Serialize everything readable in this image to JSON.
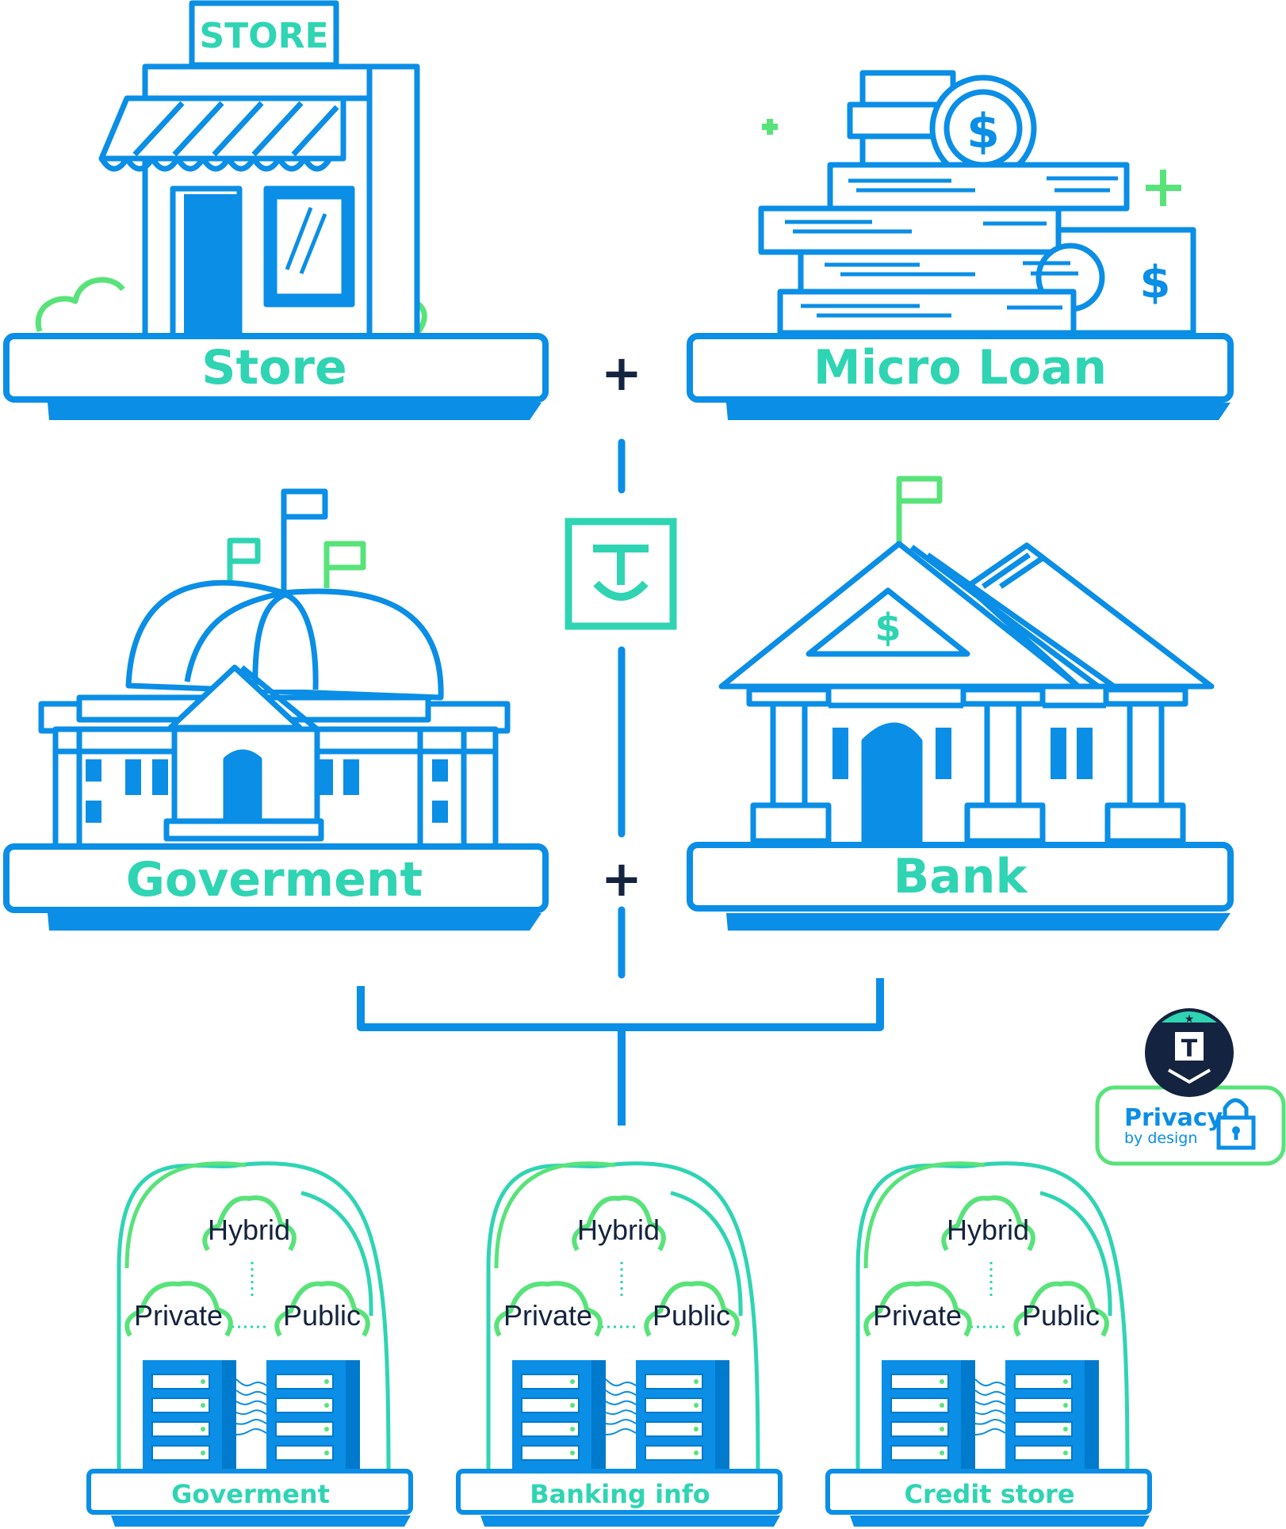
{
  "colors": {
    "blue": "#0a8ee6",
    "blue_dark": "#007acc",
    "teal": "#2fd4b3",
    "green": "#58e37a",
    "navy": "#14233f",
    "white": "#ffffff"
  },
  "top": {
    "store": {
      "sign": "STORE",
      "label": "Store"
    },
    "loan": {
      "label": "Micro Loan",
      "coin_symbol": "$"
    },
    "gov": {
      "label": "Goverment"
    },
    "bank": {
      "label": "Bank",
      "symbol": "$"
    },
    "connector_plus": "+"
  },
  "badge": {
    "title": "Privacy",
    "subtitle": "by design",
    "icon_letter": "T"
  },
  "clouds": {
    "hybrid": "Hybrid",
    "private": "Private",
    "public": "Public"
  },
  "datacenters": [
    {
      "label": "Goverment"
    },
    {
      "label": "Banking info"
    },
    {
      "label": "Credit store"
    }
  ]
}
